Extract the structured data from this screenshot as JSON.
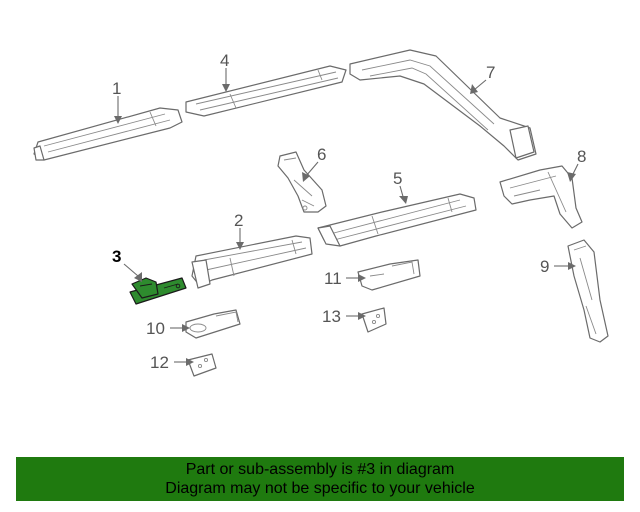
{
  "diagram": {
    "callouts": [
      "1",
      "2",
      "3",
      "4",
      "5",
      "6",
      "7",
      "8",
      "9",
      "10",
      "11",
      "12",
      "13"
    ],
    "highlighted": "3"
  },
  "banner": {
    "line1": "Part or sub-assembly is #3 in diagram",
    "line2": "Diagram may not be specific to your vehicle"
  },
  "colors": {
    "highlight_part": "#2e8b2e",
    "banner_background": "#1f7a0f",
    "line_art": "#6b6b6b"
  }
}
